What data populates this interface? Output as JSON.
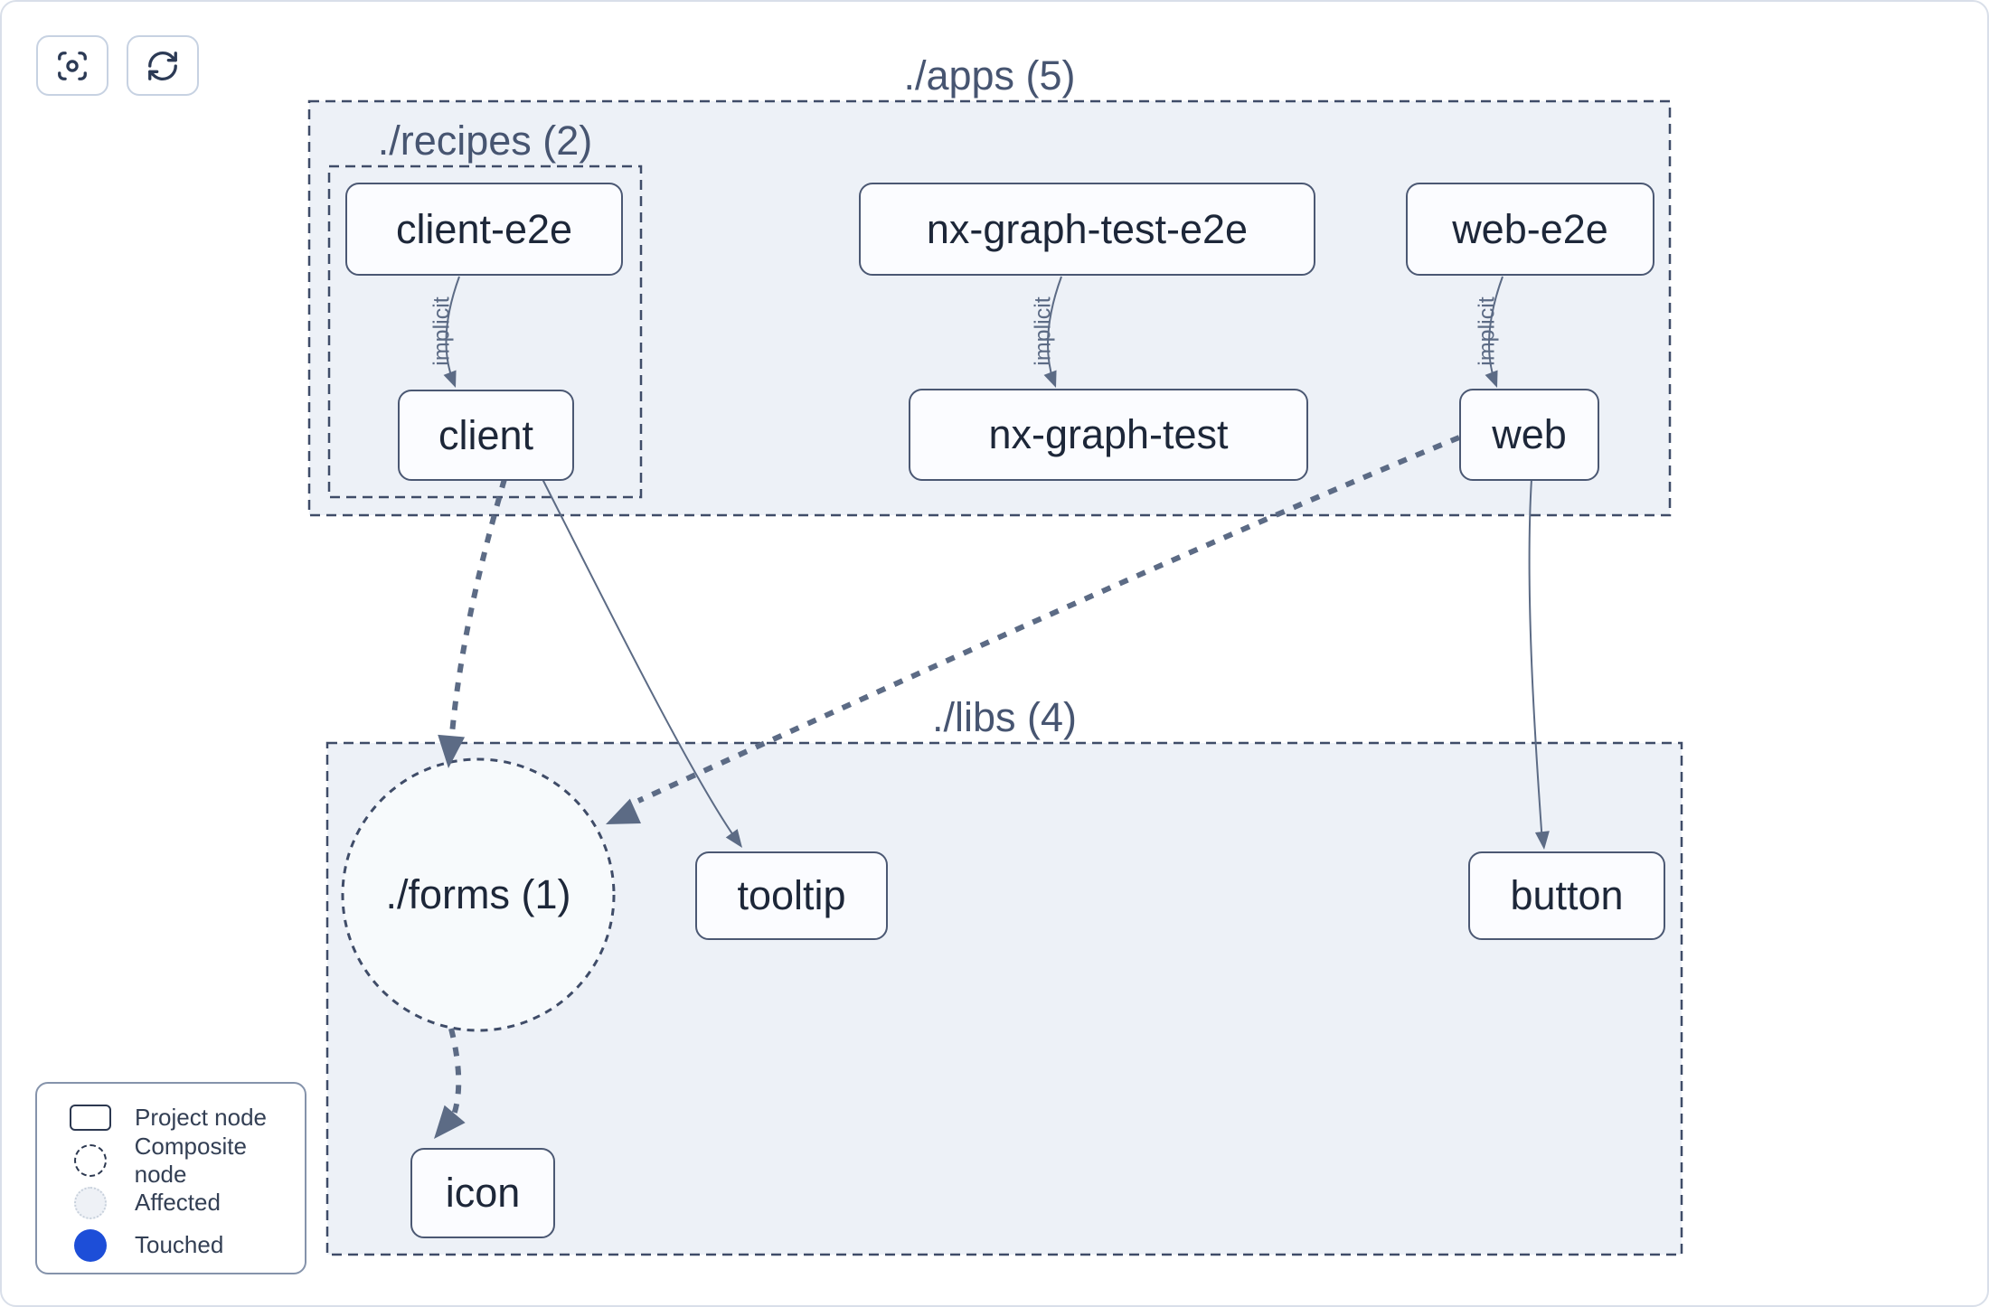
{
  "toolbar": {
    "buttons": [
      {
        "name": "focus",
        "icon": "crosshair-focus-icon"
      },
      {
        "name": "refresh",
        "icon": "refresh-icon"
      }
    ]
  },
  "groups": {
    "apps": {
      "label": "./apps (5)"
    },
    "recipes": {
      "label": "./recipes (2)"
    },
    "libs": {
      "label": "./libs (4)"
    },
    "forms": {
      "label": "./forms (1)"
    }
  },
  "nodes": {
    "client_e2e": {
      "label": "client-e2e"
    },
    "nx_graph_test_e2e": {
      "label": "nx-graph-test-e2e"
    },
    "web_e2e": {
      "label": "web-e2e"
    },
    "client": {
      "label": "client"
    },
    "nx_graph_test": {
      "label": "nx-graph-test"
    },
    "web": {
      "label": "web"
    },
    "tooltip": {
      "label": "tooltip"
    },
    "button": {
      "label": "button"
    },
    "icon": {
      "label": "icon"
    }
  },
  "edges": [
    {
      "from": "client-e2e",
      "to": "client",
      "type": "implicit",
      "label": "implicit"
    },
    {
      "from": "nx-graph-test-e2e",
      "to": "nx-graph-test",
      "type": "implicit",
      "label": "implicit"
    },
    {
      "from": "web-e2e",
      "to": "web",
      "type": "implicit",
      "label": "implicit"
    },
    {
      "from": "client",
      "to": "./forms (1)",
      "type": "composite",
      "label": ""
    },
    {
      "from": "client",
      "to": "tooltip",
      "type": "static",
      "label": ""
    },
    {
      "from": "web",
      "to": "./forms (1)",
      "type": "composite",
      "label": ""
    },
    {
      "from": "web",
      "to": "button",
      "type": "static",
      "label": ""
    },
    {
      "from": "./forms (1)",
      "to": "icon",
      "type": "composite",
      "label": ""
    }
  ],
  "legend": {
    "items": [
      {
        "label": "Project node",
        "swatch": "project-node-swatch"
      },
      {
        "label": "Composite node",
        "swatch": "composite-node-swatch"
      },
      {
        "label": "Affected",
        "swatch": "affected-swatch"
      },
      {
        "label": "Touched",
        "swatch": "touched-swatch"
      }
    ],
    "touched_color": "#1d4ed8"
  },
  "colors": {
    "container_fill": "#edf1f7",
    "dashed_border": "#3f4c68",
    "node_border": "#4b5873",
    "node_text": "#1d2739",
    "edge": "#5c6b85",
    "canvas_border": "#d9dfe9"
  }
}
